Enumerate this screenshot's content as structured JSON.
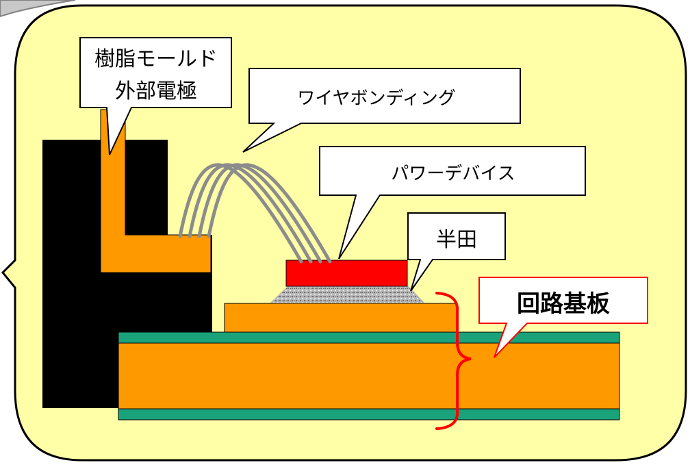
{
  "labels": {
    "mold_line1": "樹脂モールド",
    "mold_line2": "外部電極",
    "wire_bonding": "ワイヤボンディング",
    "power_device": "パワーデバイス",
    "solder": "半田",
    "circuit_board": "回路基板"
  },
  "colors": {
    "background_panel": "#ffffa8",
    "mold": "#000000",
    "electrode": "#ff9900",
    "device": "#ff0000",
    "substrate_top": "#ff9900",
    "substrate_core": "#ff9900",
    "substrate_layers": "#1aa37a",
    "wire": "#8c8c8c",
    "solder": "#a0a0a0",
    "brace": "#ff0000",
    "board_label_border": "#ff0000"
  }
}
